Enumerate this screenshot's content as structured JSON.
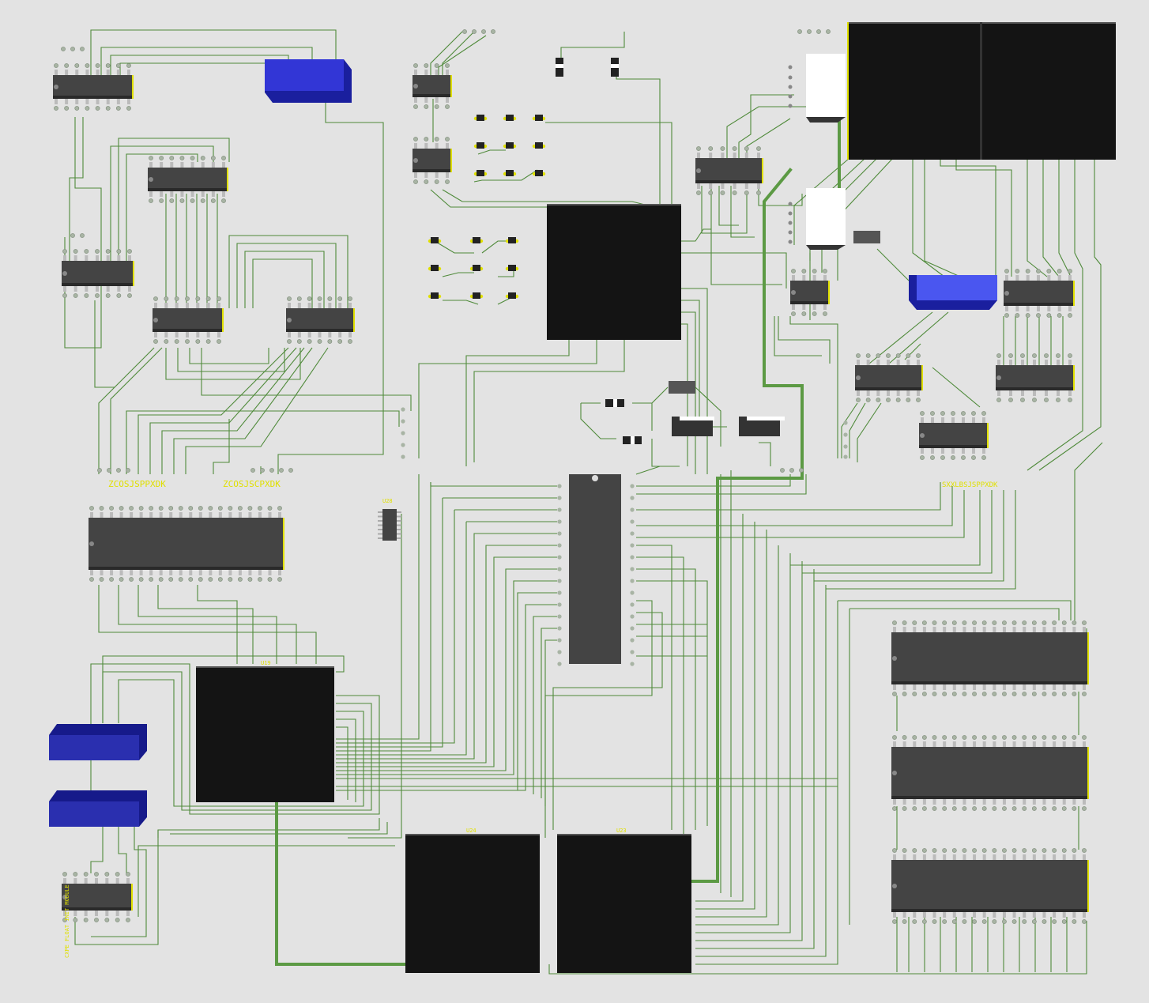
{
  "board": {
    "background": "#e3e3e3",
    "trace_color": "#4f8a3a",
    "power_trace_color": "#5c9a44",
    "chip_color": "#444444",
    "package_color": "#141414",
    "pad_color": "#a8b4a4",
    "pin_mark_color": "#e0e000",
    "connector_blue": "#2a2faf",
    "connector_blue_light": "#4a56f0",
    "module_white": "#ffffff"
  },
  "silkscreen": {
    "label_u19": "U19",
    "label_u24": "U24",
    "label_u23": "U23",
    "label_left_bus": "ZCOSJSPPXDK",
    "label_mid_bus": "ZCOSJSCPXDK",
    "label_right_bus": "SXXLBSJSPPXDK",
    "label_u28": "U28",
    "label_module": "CXPE FLOAT INIT MODULE"
  }
}
